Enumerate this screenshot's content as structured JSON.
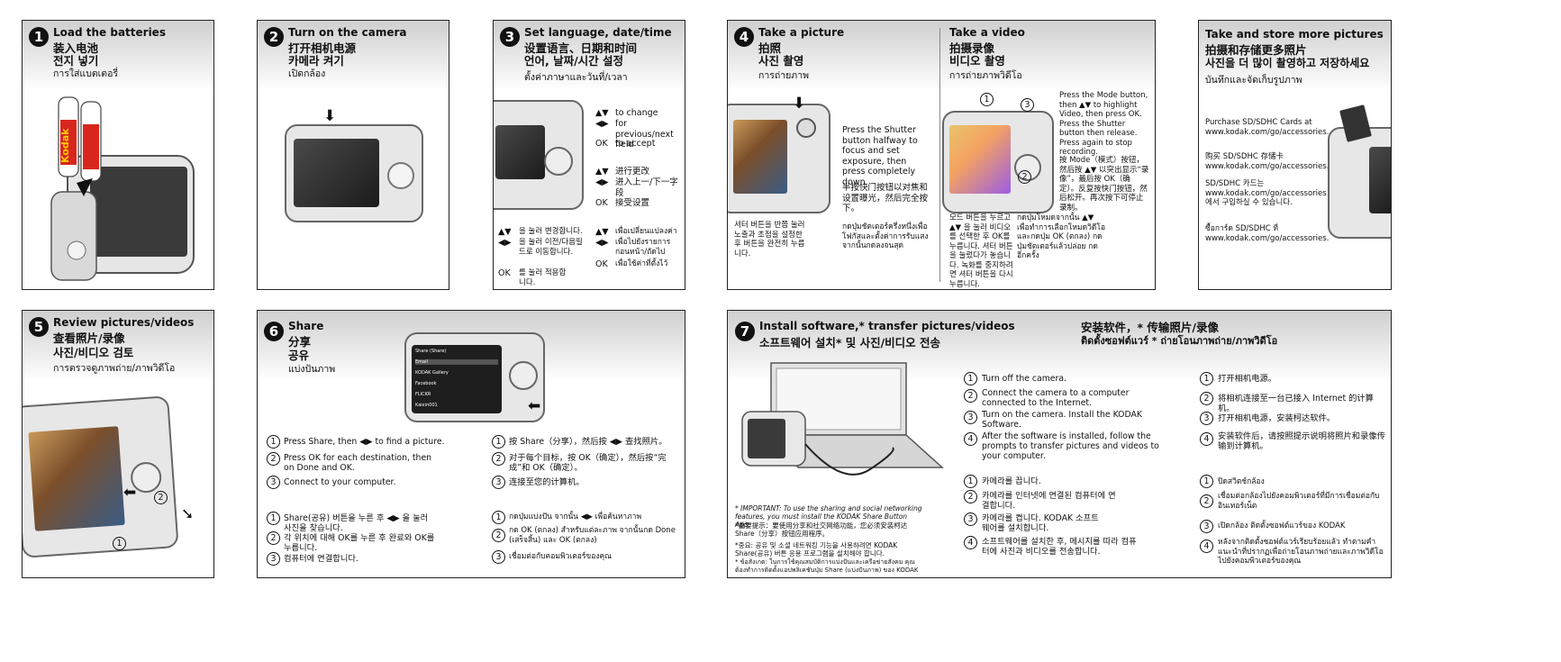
{
  "p1": {
    "num": "1",
    "title": "Load the batteries",
    "zh": "装入电池",
    "ko": "전지 넣기",
    "th": "การใส่แบตเตอรี่",
    "battery": "Kodak"
  },
  "p2": {
    "num": "2",
    "title": "Turn on the camera",
    "zh": "打开相机电源",
    "ko": "카메라 켜기",
    "th": "เปิดกล้อง"
  },
  "p3": {
    "num": "3",
    "title": "Set language, date/time",
    "zh": "设置语言、日期和时间",
    "ko": "언어, 날짜/시간 설정",
    "th": "ตั้งค่าภาษาและวันที่/เวลา",
    "en": [
      "to change",
      "for previous/next field",
      "to accept"
    ],
    "zh_rows": [
      "进行更改",
      "进入上一/下一字段",
      "接受设置"
    ],
    "ko_rows": [
      "을 눌러 변경합니다.",
      "을 눌러 이전/다음필드로 이동합니다.",
      "를 눌러 적용합니다."
    ],
    "th_rows": [
      "เพื่อเปลี่ยนแปลงค่า",
      "เพื่อไปยังรายการก่อนหน้า/ถัดไป",
      "เพื่อใช้ค่าที่ตั้งไว้"
    ],
    "keys": [
      "▲▼",
      "◀▶",
      "OK"
    ]
  },
  "p4": {
    "num": "4",
    "title": "Take a picture",
    "zh": "拍照",
    "ko": "사진 촬영",
    "th": "การถ่ายภาพ",
    "text_en": "Press the Shutter button halfway to focus and set exposure, then press completely down.",
    "text_zh": "半按快门按钮以对焦和设置曝光，然后完全按下。",
    "text_th": "กดปุ่มชัตเตอร์ครึ่งหนึ่งเพื่อโฟกัสและตั้งค่าการรับแสง จากนั้นกดลงจนสุด",
    "text_ko": "셔터 버튼을 반쯤 눌러 노출과 초점을 설정한 후 버튼을 완전히 누릅니다.",
    "video_title": "Take a video",
    "video_zh": "拍摄录像",
    "video_ko": "비디오 촬영",
    "video_th": "การถ่ายภาพวิดีโอ",
    "video_en": "Press the Mode button, then ▲▼ to highlight Video, then press OK. Press the Shutter button then release. Press again to stop recording.",
    "video_zh_text": "按 Mode（模式）按钮，然后按 ▲▼ 以突出显示“录像”，最后按 OK（确定）。反复按快门按钮，然后松开。再次按下可停止录制。",
    "video_th_text": "กดปุ่มโหมดจากนั้น ▲▼ เพื่อทำการเลือกโหมดวิดีโอ และกดปุ่ม OK (ตกลง) กดปุ่มชัตเตอร์แล้วปล่อย กดอีกครั้ง",
    "video_ko_text": "모드 버튼을 누르고 ▲▼ 을 눌러 비디오를 선택한 후 OK를 누릅니다. 셔터 버튼을 눌렀다가 놓습니다. 녹화를 중지하려면 셔터 버튼을 다시 누릅니다.",
    "c1": "1",
    "c2": "2",
    "c3": "3"
  },
  "p8": {
    "title": "Take and store more pictures",
    "zh": "拍摄和存储更多照片",
    "ko": "사진을 더 많이 촬영하고 저장하세요",
    "th": "บันทึกและจัดเก็บรูปภาพ",
    "en": "Purchase SD/SDHC Cards at www.kodak.com/go/accessories.",
    "zh_t": "购买 SD/SDHC 存储卡 www.kodak.com/go/accessories.",
    "ko_t": "SD/SDHC 카드는 www.kodak.com/go/accessories 에서 구입하실 수 있습니다.",
    "th_t": "ซื้อการ์ด SD/SDHC ที่ www.kodak.com/go/accessories."
  },
  "p5": {
    "num": "5",
    "title": "Review pictures/videos",
    "zh": "查看照片/录像",
    "ko": "사진/비디오 검토",
    "th": "การตรวจดูภาพถ่าย/ภาพวิดีโอ",
    "c1": "1",
    "c2": "2"
  },
  "p6": {
    "num": "6",
    "title": "Share",
    "zh": "分享",
    "ko": "공유",
    "th": "แบ่งปันภาพ",
    "menu": [
      "Share (Share)",
      "Email",
      "KODAK Gallery",
      "Facebook",
      "FLICKR",
      "Kaixin001"
    ],
    "en_steps": [
      "Press Share, then ◀▶ to find a picture.",
      "Press OK for each destination, then on Done and OK.",
      "Connect to your computer."
    ],
    "zh_steps": [
      "按 Share（分享），然后按 ◀▶ 查找照片。",
      "对于每个目标，按 OK（确定），然后按“完成”和 OK（确定）。",
      "连接至您的计算机。"
    ],
    "ko_steps": [
      "Share(공유) 버튼을 누른 후 ◀▶ 을 눌러 사진을 찾습니다.",
      "각 위치에 대해 OK를 누른 후 완료와 OK를 누릅니다.",
      "컴퓨터에 연결합니다."
    ],
    "th_steps": [
      "กดปุ่มแบ่งปัน จากนั้น ◀▶ เพื่อค้นหาภาพ",
      "กด OK (ตกลง) สำหรับแต่ละภาพ จากนั้นกด Done (เสร็จสิ้น) และ OK (ตกลง)",
      "เชื่อมต่อกับคอมพิวเตอร์ของคุณ"
    ],
    "nums": [
      "1",
      "2",
      "3"
    ]
  },
  "p7": {
    "num": "7",
    "title": "Install software,* transfer pictures/videos",
    "ko": "소프트웨어 설치* 및 사진/비디오 전송",
    "zh": "安装软件，* 传输照片/录像",
    "th": "ติดตั้งซอฟต์แวร์ * ถ่ายโอนภาพถ่าย/ภาพวิดีโอ",
    "en_steps": [
      "Turn off the camera.",
      "Connect the camera to a computer connected to the Internet.",
      "Turn on the camera. Install the KODAK Software.",
      "After the software is installed, follow the prompts to transfer pictures and videos to your computer."
    ],
    "ko_steps": [
      "카메라를 끕니다.",
      "카메라를 인터넷에 연결된 컴퓨터에 연결합니다.",
      "카메라를 켭니다. KODAK 소프트웨어를 설치합니다.",
      "소프트웨어를 설치한 후, 메시지를 따라 컴퓨터에 사진과 비디오를 전송합니다."
    ],
    "zh_steps": [
      "打开相机电源。",
      "将相机连接至一台已接入 Internet 的计算机。",
      "打开相机电源，安装柯达软件。",
      "安装软件后，请按照提示说明将照片和录像传输到计算机。"
    ],
    "th_steps": [
      "ปิดสวิตช์กล้อง",
      "เชื่อมต่อกล้องไปยังคอมพิวเตอร์ที่มีการเชื่อมต่อกับอินเทอร์เน็ต",
      "เปิดกล้อง ติดตั้งซอฟต์แวร์ของ KODAK",
      "หลังจากติดตั้งซอฟต์แวร์เรียบร้อยแล้ว ทำตามคำแนะนำที่ปรากฏเพื่อถ่ายโอนภาพถ่ายและภาพวิดีโอไปยังคอมพิวเตอร์ของคุณ"
    ],
    "nums": [
      "1",
      "2",
      "3",
      "4"
    ],
    "notes": [
      "* IMPORTANT: To use the sharing and social networking features, you must install the KODAK Share Button App.",
      "*重要提示：要使用分享和社交网络功能，您必须安装柯达 Share（分享）按钮应用程序。",
      "*중요: 공유 및 소셜 네트워킹 기능을 사용하려면 KODAK Share(공유) 버튼 응용 프로그램을 설치해야 합니다.",
      "* ข้อสังเกต: ในการใช้คุณสมบัติการแบ่งปันและเครือข่ายสังคม คุณต้องทำการติดตั้งแอปพลิเคชันปุ่ม Share (แบ่งปันภาพ) ของ KODAK"
    ]
  }
}
